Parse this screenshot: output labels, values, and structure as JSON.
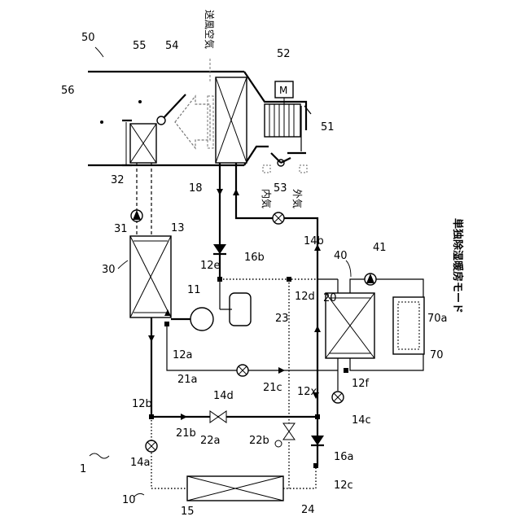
{
  "mode_label": "単独除湿暖房モード",
  "labels": {
    "airflow": "送風空気",
    "inside_air": "内気",
    "outside_air": "外気",
    "motor": "M"
  },
  "refs": {
    "system": "1",
    "refrigerant_circuit": "10",
    "compressor": "11",
    "condenser": "13",
    "exp_valve_a": "14a",
    "exp_valve_b": "14b",
    "exp_valve_c": "14c",
    "exp_valve_d": "14d",
    "outdoor_hx": "15",
    "check_valve_a": "16a",
    "check_valve_b": "16b",
    "evaporator": "18",
    "chiller": "20",
    "branch_a": "12a",
    "branch_b": "12b",
    "branch_c": "12c",
    "branch_d": "12d",
    "branch_e": "12e",
    "branch_f": "12f",
    "branch_x": "12x",
    "passage_21a": "21a",
    "passage_21b": "21b",
    "passage_21c": "21c",
    "valve_22a": "22a",
    "valve_22b": "22b",
    "accumulator": "23",
    "bypass_24": "24",
    "heater_circuit": "30",
    "pump_31": "31",
    "heater_core": "32",
    "cooling_circuit": "40",
    "pump_41": "41",
    "hvac_unit": "50",
    "blower": "51",
    "blower_motor": "52",
    "inout_door": "53",
    "air_mix_door": "54",
    "duct_space": "55",
    "cabin": "56",
    "battery": "70",
    "battery_cells": "70a"
  }
}
